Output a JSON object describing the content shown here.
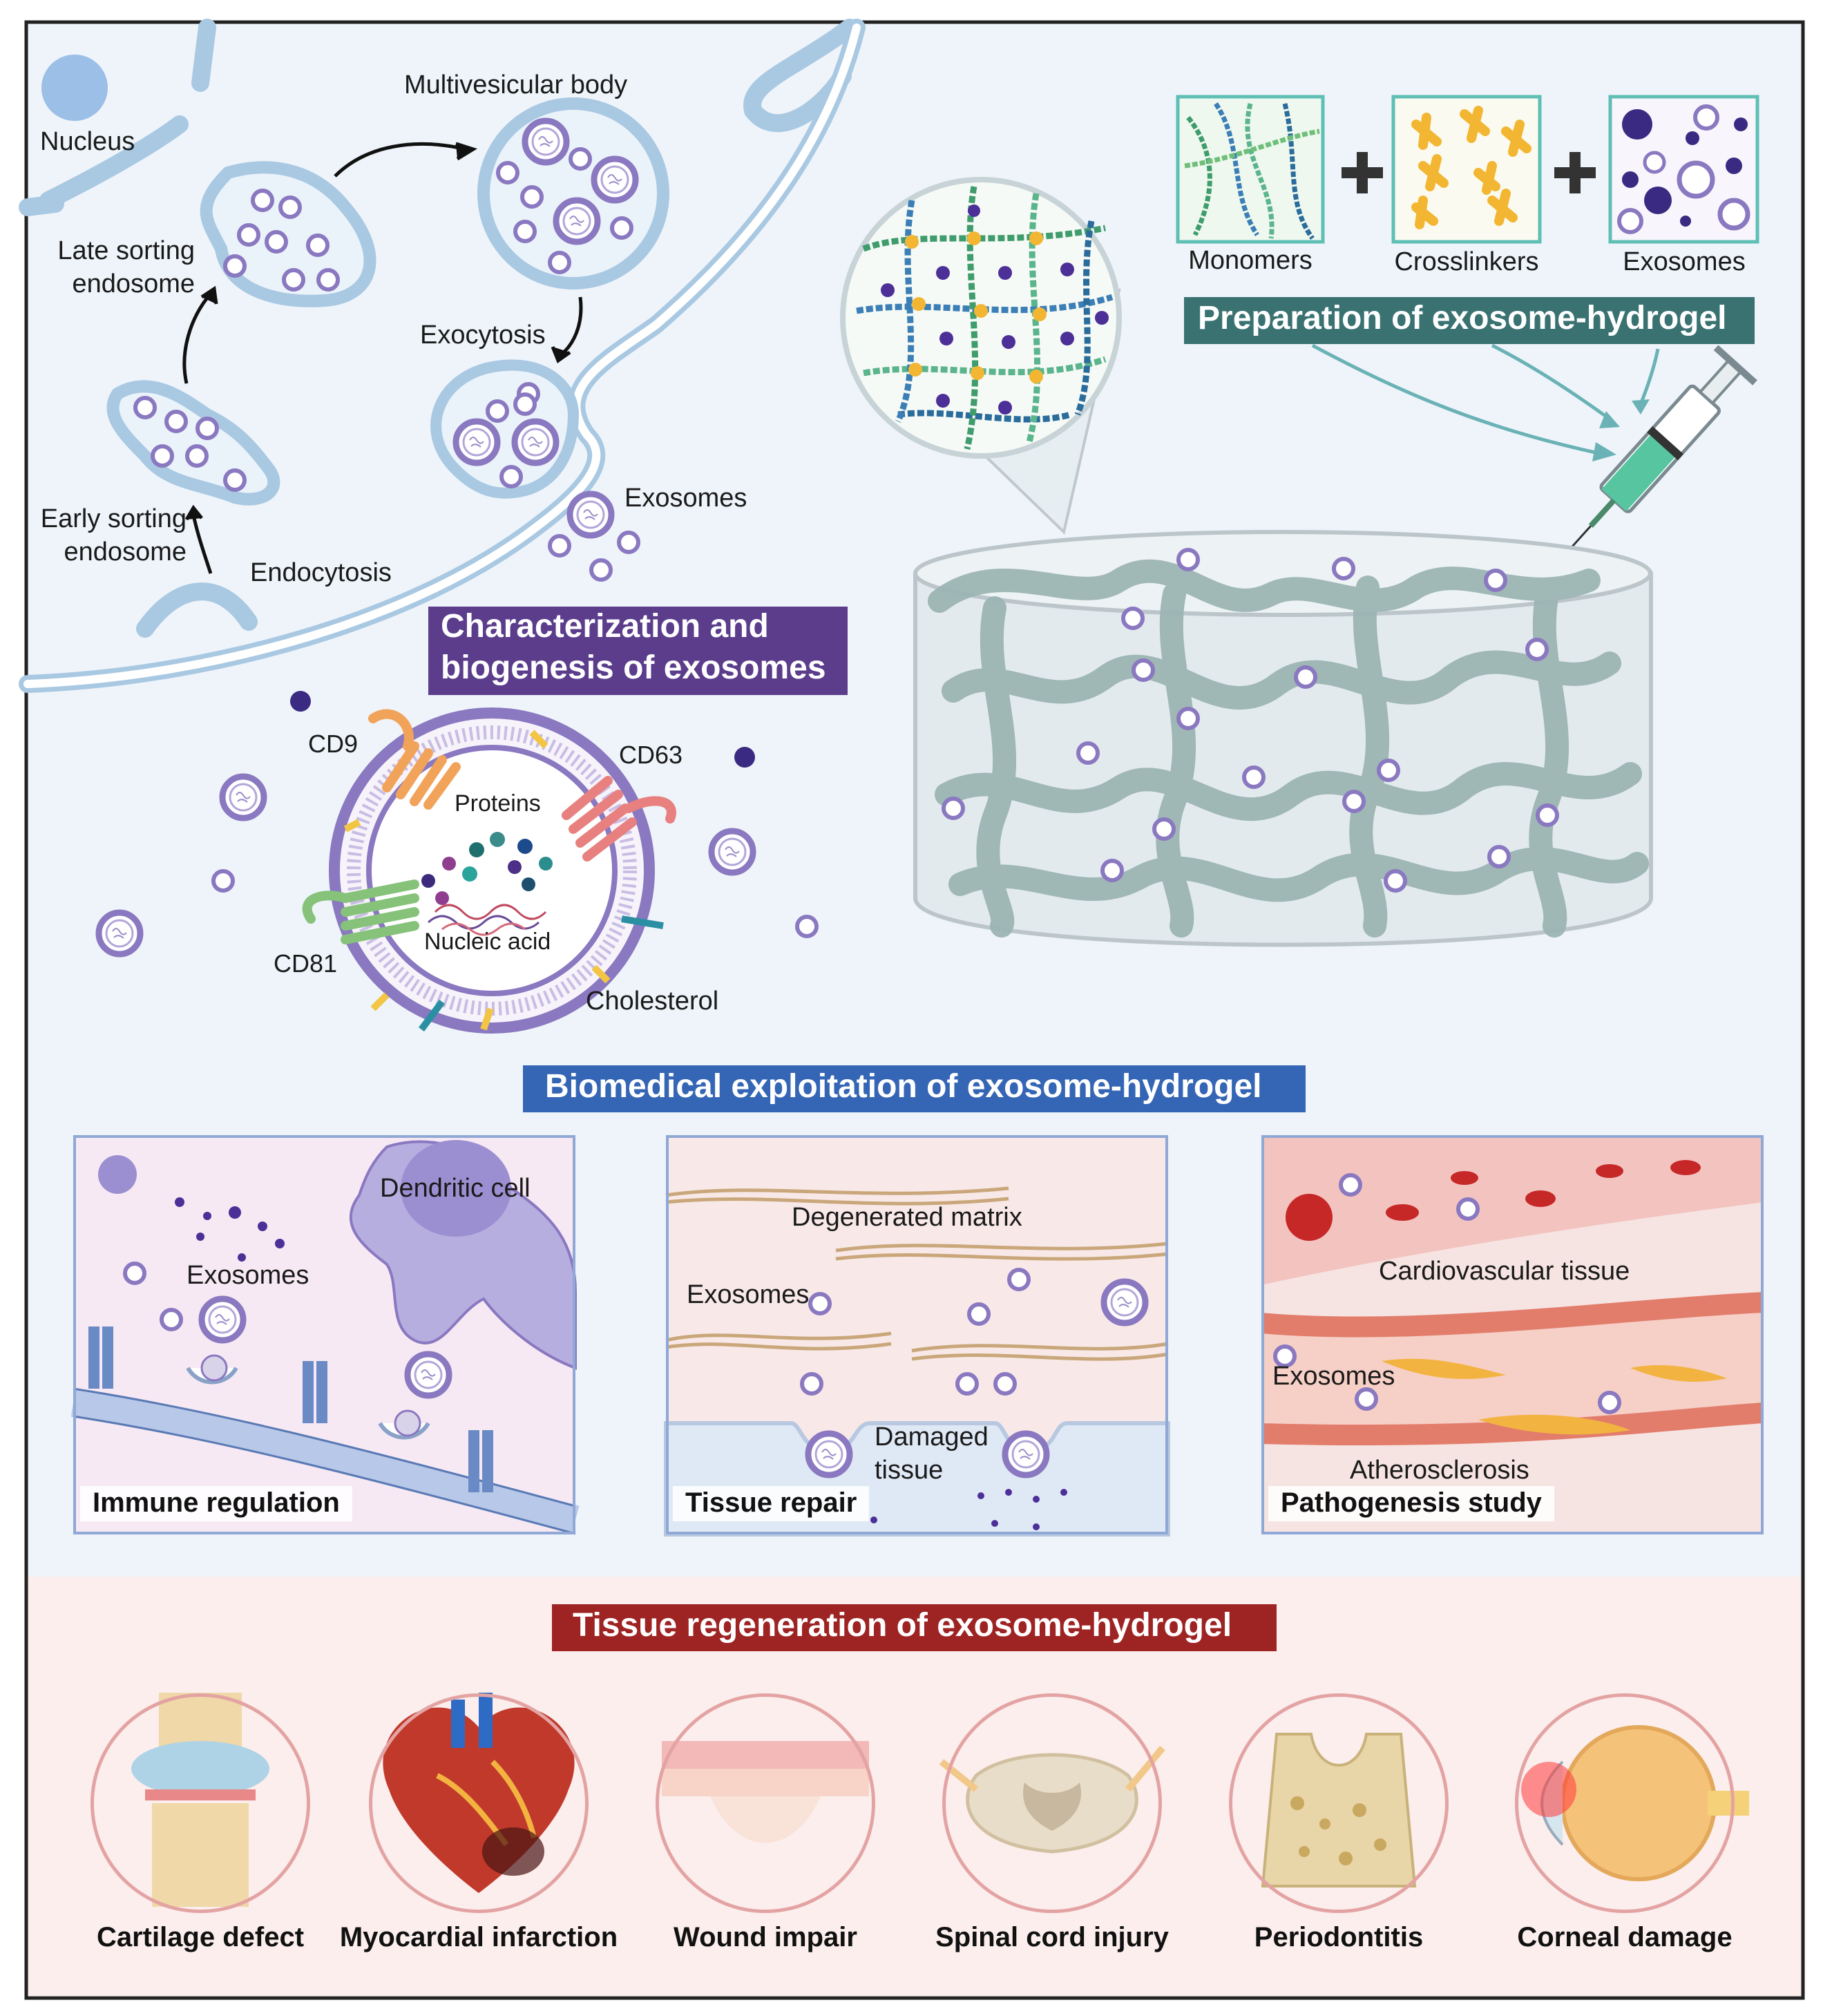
{
  "biogenesis": {
    "nucleus": "Nucleus",
    "multivesicular_body": "Multivesicular body",
    "late_sorting_line1": "Late sorting",
    "late_sorting_line2": "endosome",
    "early_sorting_line1": "Early sorting",
    "early_sorting_line2": "endosome",
    "exocytosis": "Exocytosis",
    "endocytosis": "Endocytosis",
    "exosomes": "Exosomes",
    "banner_line1": "Characterization and",
    "banner_line2": "biogenesis of exosomes"
  },
  "exosome_structure": {
    "cd9": "CD9",
    "cd63": "CD63",
    "cd81": "CD81",
    "proteins": "Proteins",
    "nucleic_acid": "Nucleic acid",
    "cholesterol": "Cholesterol"
  },
  "preparation": {
    "monomers": "Monomers",
    "crosslinkers": "Crosslinkers",
    "exosomes": "Exosomes",
    "plus": "+",
    "banner": "Preparation of exosome-hydrogel"
  },
  "biomedical": {
    "banner": "Biomedical exploitation of exosome-hydrogel",
    "immune": {
      "title": "Immune regulation",
      "dendritic_cell": "Dendritic cell",
      "exosomes": "Exosomes"
    },
    "tissue_repair": {
      "title": "Tissue repair",
      "degenerated_matrix": "Degenerated matrix",
      "exosomes": "Exosomes",
      "damaged_line1": "Damaged",
      "damaged_line2": "tissue"
    },
    "pathogenesis": {
      "title": "Pathogenesis study",
      "cardiovascular": "Cardiovascular tissue",
      "exosomes": "Exosomes",
      "atherosclerosis": "Atherosclerosis"
    }
  },
  "regeneration": {
    "banner": "Tissue regeneration of exosome-hydrogel",
    "items": [
      {
        "label": "Cartilage defect",
        "icon": "knee-joint-icon"
      },
      {
        "label": "Myocardial infarction",
        "icon": "heart-icon"
      },
      {
        "label": "Wound impair",
        "icon": "skin-wound-icon"
      },
      {
        "label": "Spinal cord injury",
        "icon": "spinal-cord-icon"
      },
      {
        "label": "Periodontitis",
        "icon": "alveolar-bone-icon"
      },
      {
        "label": "Corneal damage",
        "icon": "eye-icon"
      }
    ]
  },
  "colors": {
    "purple_banner": "#5b3d8c",
    "teal_banner": "#3a7272",
    "blue_banner": "#3566b5",
    "red_banner": "#9e2323",
    "exosome_purple": "#8a78c0",
    "membrane_blue": "#a9c8e2",
    "upper_bg": "#eef4fa",
    "lower_bg": "#fbeeed"
  }
}
